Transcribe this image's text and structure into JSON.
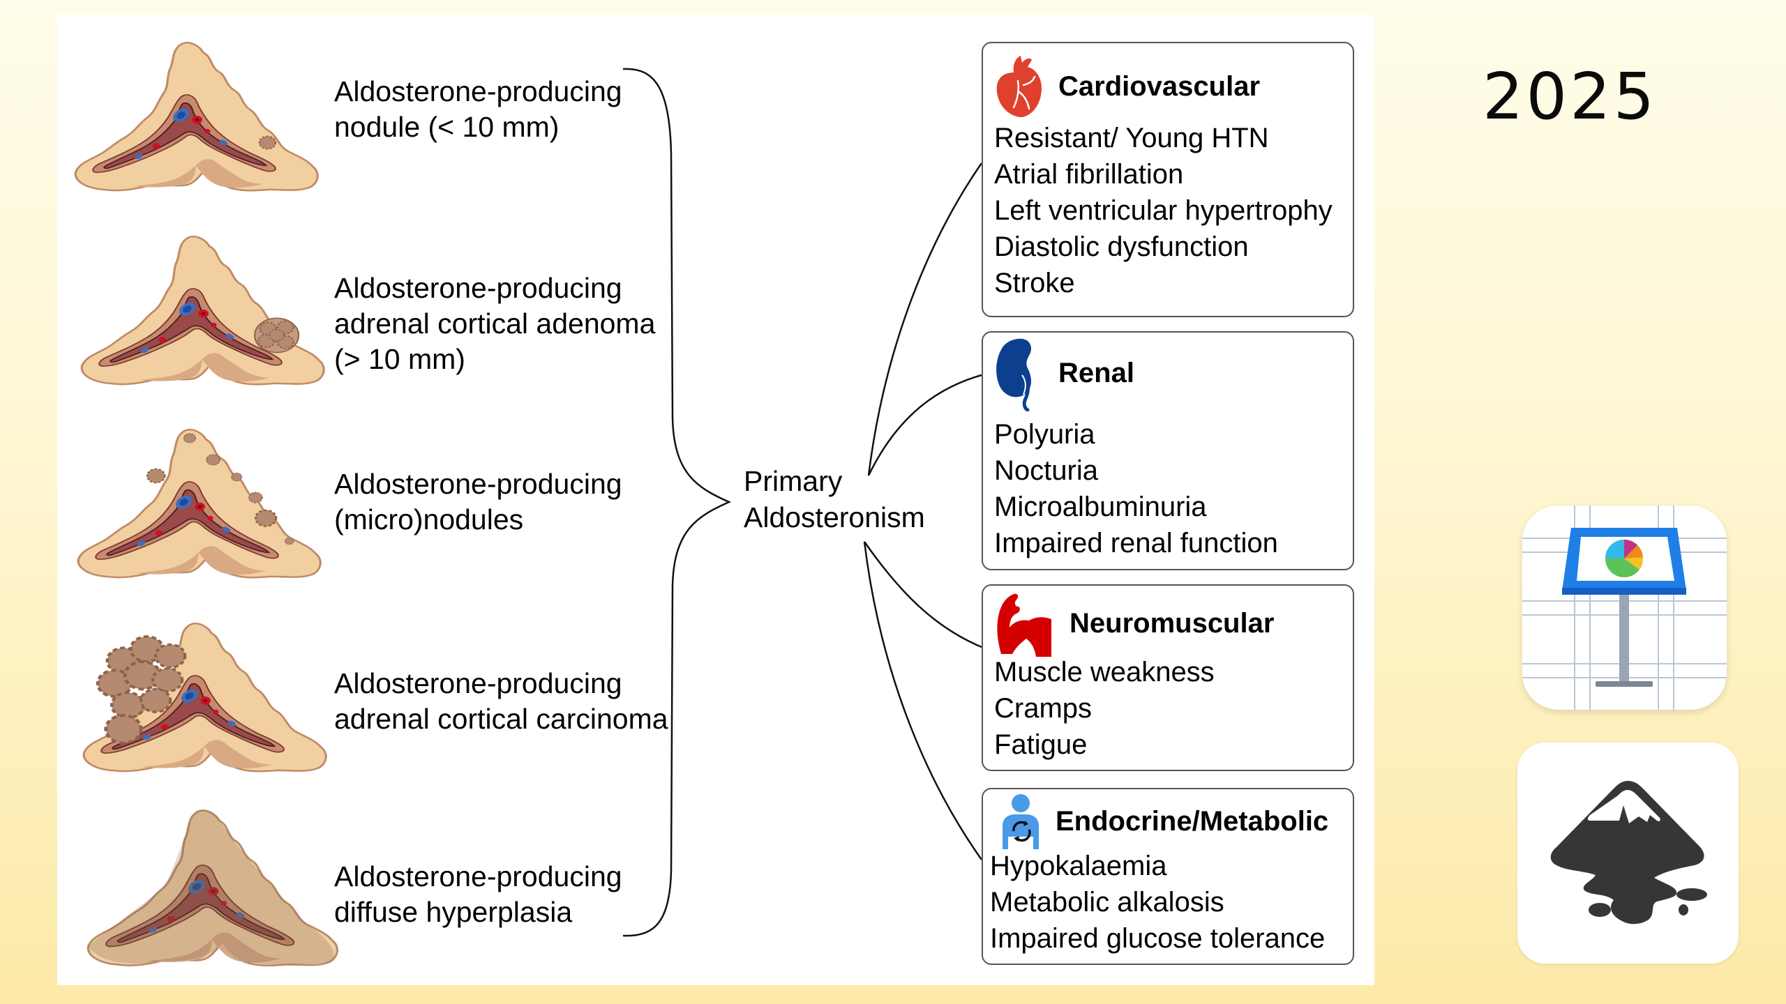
{
  "year_label": "2025",
  "diagram": {
    "center_label": [
      "Primary",
      "Aldosteronism"
    ],
    "subtypes": [
      {
        "lines": [
          "Aldosterone-producing",
          "nodule (< 10 mm)"
        ],
        "illustration": "adrenal-nodule"
      },
      {
        "lines": [
          "Aldosterone-producing",
          "adrenal cortical adenoma",
          "(> 10 mm)"
        ],
        "illustration": "adrenal-adenoma"
      },
      {
        "lines": [
          "Aldosterone-producing",
          "(micro)nodules"
        ],
        "illustration": "adrenal-micronodules"
      },
      {
        "lines": [
          "Aldosterone-producing",
          "adrenal cortical carcinoma"
        ],
        "illustration": "adrenal-carcinoma"
      },
      {
        "lines": [
          "Aldosterone-producing",
          "diffuse hyperplasia"
        ],
        "illustration": "adrenal-diffuse-hyperplasia"
      }
    ],
    "categories": [
      {
        "title": "Cardiovascular",
        "icon": "heart-icon",
        "color": "#e0412f",
        "items": [
          "Resistant/ Young HTN",
          "Atrial fibrillation",
          "Left ventricular hypertrophy",
          "Diastolic dysfunction",
          "Stroke"
        ]
      },
      {
        "title": "Renal",
        "icon": "kidney-icon",
        "color": "#0d3f8f",
        "items": [
          "Polyuria",
          "Nocturia",
          "Microalbuminuria",
          "Impaired renal function"
        ]
      },
      {
        "title": "Neuromuscular",
        "icon": "flexed-arm-icon",
        "color": "#d40000",
        "items": [
          "Muscle weakness",
          "Cramps",
          "Fatigue"
        ]
      },
      {
        "title": "Endocrine/Metabolic",
        "icon": "person-metabolism-icon",
        "color": "#4a9ae8",
        "items": [
          "Hypokalaemia",
          "Metabolic alkalosis",
          "Impaired glucose tolerance"
        ]
      }
    ]
  },
  "apps": [
    {
      "name": "Keynote",
      "icon": "keynote-app-icon"
    },
    {
      "name": "Inkscape",
      "icon": "inkscape-app-icon"
    }
  ],
  "colors": {
    "adrenal_cortex": "#f2cfa0",
    "adrenal_zone": "#c98a6e",
    "adrenal_medulla": "#9a4a4a",
    "vein_blue": "#2f62b8",
    "artery_red": "#cc1122",
    "nodule_brown": "#b48a70"
  }
}
